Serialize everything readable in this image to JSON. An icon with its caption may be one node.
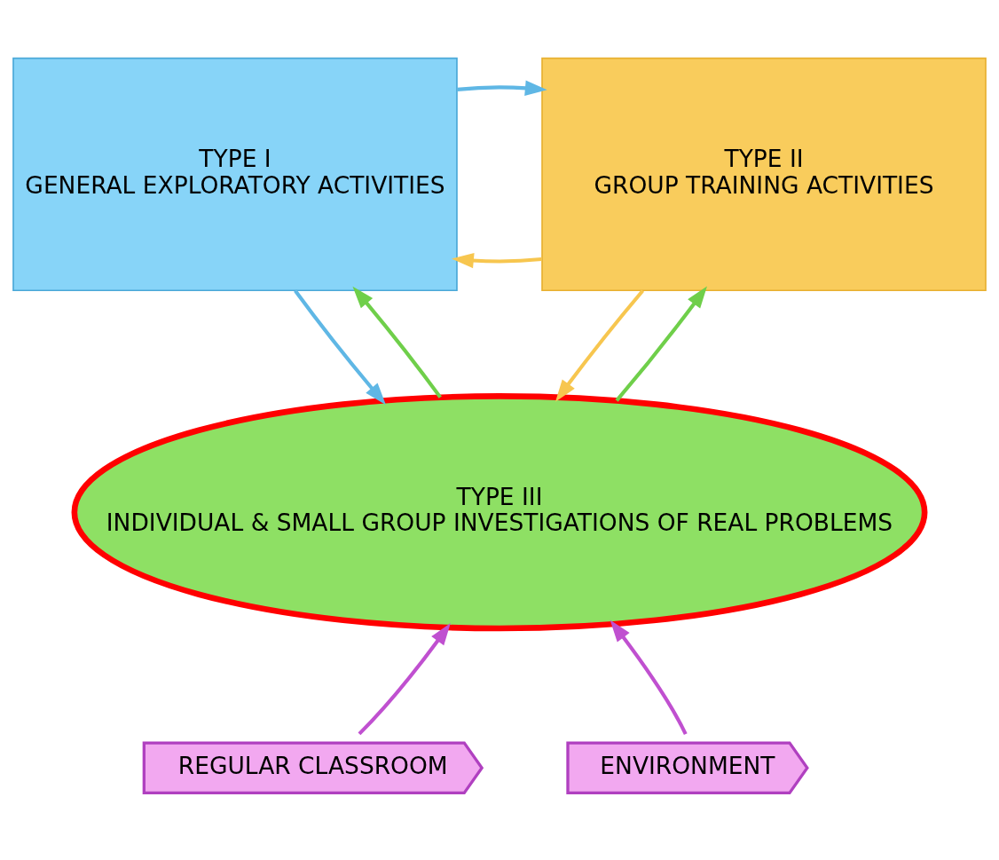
{
  "diagram": {
    "nodes": [
      {
        "text": [
          "TYPE I",
          "GENERAL EXPLORATORY ACTIVITIES"
        ]
      },
      {
        "text": [
          "TYPE II",
          "GROUP TRAINING ACTIVITIES"
        ]
      },
      {
        "text": [
          "TYPE III",
          "INDIVIDUAL & SMALL GROUP INVESTIGATIONS OF REAL PROBLEMS"
        ]
      },
      {
        "text": [
          "REGULAR CLASSROOM"
        ]
      },
      {
        "text": [
          "ENVIRONMENT"
        ]
      }
    ],
    "edges": [
      {
        "from": 1,
        "to": 0,
        "arrow": "to",
        "color": "#f7c64f"
      },
      {
        "from": 0,
        "to": 1,
        "arrow": "to",
        "color": "#5fb7e5"
      },
      {
        "from": 2,
        "to": 0,
        "arrow": "to",
        "color": "#6fcf4a"
      },
      {
        "from": 0,
        "to": 2,
        "arrow": "to",
        "color": "#5fb7e5"
      },
      {
        "from": 2,
        "to": 1,
        "arrow": "to",
        "color": "#6fcf4a"
      },
      {
        "from": 1,
        "to": 2,
        "arrow": "to",
        "color": "#f7c64f"
      },
      {
        "from": 3,
        "to": 2,
        "arrow": "to",
        "color": "#c050d0"
      },
      {
        "from": 4,
        "to": 2,
        "arrow": "to",
        "color": "#c050d0"
      }
    ]
  }
}
